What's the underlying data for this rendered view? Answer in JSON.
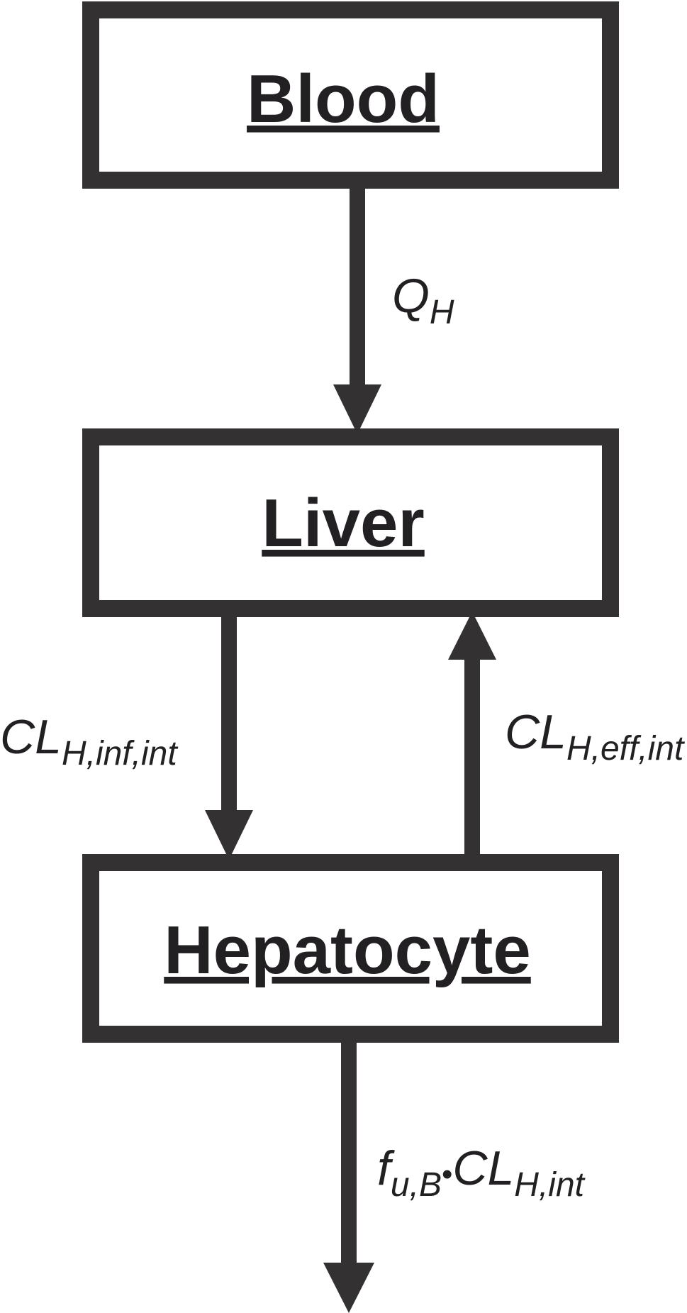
{
  "colors": {
    "stroke": "#333132",
    "text": "#222022",
    "background": "#ffffff"
  },
  "boxes": {
    "blood": "Blood",
    "liver": "Liver",
    "hepatocyte": "Hepatocyte"
  },
  "flows": {
    "hepatic_blood_flow": {
      "main": "Q",
      "sub": "H"
    },
    "influx_clearance": {
      "main": "CL",
      "sub": "H,inf,int"
    },
    "efflux_clearance": {
      "main": "CL",
      "sub": "H,eff,int"
    },
    "intrinsic_clearance": {
      "f": "f",
      "f_sub": "u,B",
      "dot": "•",
      "main": "CL",
      "sub": "H,int"
    }
  }
}
